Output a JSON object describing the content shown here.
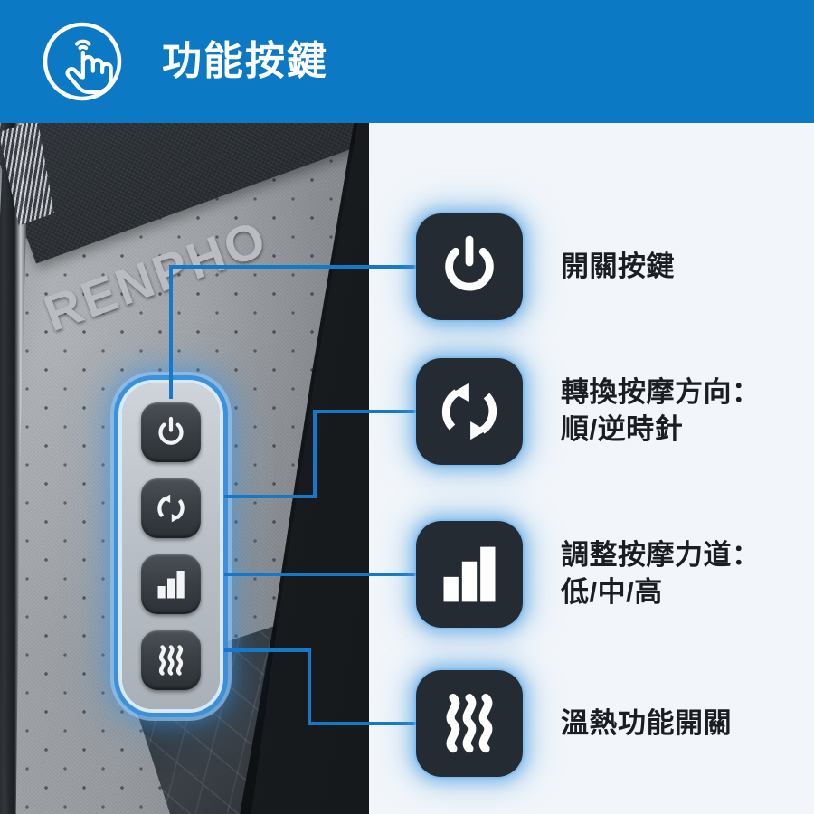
{
  "header": {
    "icon": "tap-hand-icon",
    "title": "功能按鍵",
    "background_color": "#0b79c4",
    "title_color": "#ffffff"
  },
  "product": {
    "brand": "RENPHO",
    "brand_color": "#b9bdc2",
    "body_color": "#9a9ea3",
    "panel_glow_color": "#388edc",
    "panel_buttons": [
      {
        "icon": "power-icon",
        "name": "power-button"
      },
      {
        "icon": "rotate-icon",
        "name": "direction-button"
      },
      {
        "icon": "bars-icon",
        "name": "intensity-button"
      },
      {
        "icon": "heat-waves-icon",
        "name": "heat-button"
      }
    ]
  },
  "callouts": [
    {
      "icon": "power-icon",
      "label": "開關按鍵",
      "tile_color": "#242b33",
      "glow_color": "#469be1"
    },
    {
      "icon": "rotate-icon",
      "label": "轉換按摩方向：\n順/逆時針",
      "tile_color": "#242b33",
      "glow_color": "#469be1"
    },
    {
      "icon": "bars-icon",
      "label": "調整按摩力道：\n低/中/高",
      "tile_color": "#242b33",
      "glow_color": "#469be1"
    },
    {
      "icon": "heat-waves-icon",
      "label": "溫熱功能開關",
      "tile_color": "#242b33",
      "glow_color": "#469be1"
    }
  ],
  "theme": {
    "background": "#f2f6fa",
    "leader_line_color": "#1678c8",
    "label_color": "#1a1d21"
  }
}
